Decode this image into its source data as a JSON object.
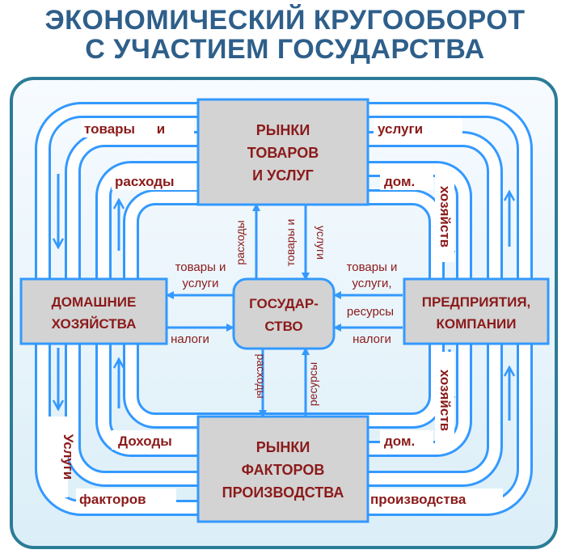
{
  "title": {
    "line1": "ЭКОНОМИЧЕСКИЙ КРУГООБОРОТ",
    "line2": "С УЧАСТИЕМ ГОСУДАРСТВА"
  },
  "nodes": {
    "goods_market": [
      "РЫНКИ",
      "ТОВАРОВ",
      "И УСЛУГ"
    ],
    "factor_market": [
      "РЫНКИ",
      "ФАКТОРОВ",
      "ПРОИЗВОДСТВА"
    ],
    "households": [
      "ДОМАШНИЕ",
      "ХОЗЯЙСТВА"
    ],
    "firms": [
      "ПРЕДПРИЯТИЯ,",
      "КОМПАНИИ"
    ],
    "government": [
      "ГОСУДАР-",
      "СТВО"
    ]
  },
  "labels": {
    "outer_top_left": "товары и",
    "outer_top_right": "услуги",
    "inner_top_left": "расходы",
    "inner_top_right": "дом.",
    "right_top_vertical": "хозяйств",
    "right_bottom_vertical": "хозяйств",
    "inner_bottom_left": "Доходы",
    "inner_bottom_right": "дом.",
    "outer_left_vertical": "Услуги",
    "outer_bottom_left": "факторов",
    "outer_bottom_right": "производства",
    "gov_up_left": "расходы",
    "gov_up_mid": "товары и",
    "gov_up_right": "услуги",
    "gov_down_left": "расходы",
    "gov_down_right": "ресурсы",
    "gov_to_hh_1": "товары и",
    "gov_to_hh_2": "услуги",
    "hh_to_gov": "налоги",
    "firm_to_gov_1": "товары и",
    "firm_to_gov_2": "услуги,",
    "firm_to_gov_3": "ресурсы",
    "gov_to_firm": "налоги"
  },
  "colors": {
    "title": "#2e5f8a",
    "flow": "#3399ff",
    "box_fill": "#d3d3d3",
    "box_border": "#3399ff",
    "label_text": "#8b1a1a",
    "frame_border": "#2b7c96"
  }
}
